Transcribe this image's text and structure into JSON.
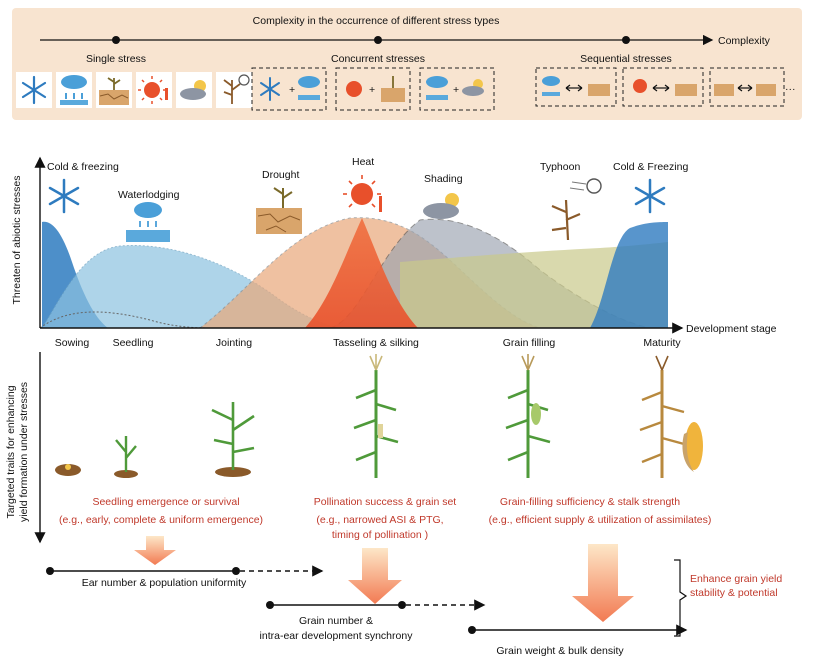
{
  "top_panel": {
    "title": "Complexity in the occurrence of different stress types",
    "axis_label": "Complexity",
    "categories": [
      {
        "label": "Single stress"
      },
      {
        "label": "Concurrent stresses"
      },
      {
        "label": "Sequential stresses"
      }
    ],
    "symbols": {
      "plus": "+",
      "ellipsis": "···"
    },
    "icons": {
      "single": [
        "snowflake-icon",
        "rain-cloud-icon",
        "drought-icon",
        "heat-sun-icon",
        "cloud-sun-icon",
        "typhoon-plant-icon"
      ],
      "concurrent": [
        [
          "snowflake-icon",
          "rain-cloud-icon"
        ],
        [
          "heat-sun-icon",
          "drought-icon"
        ],
        [
          "rain-cloud-icon",
          "cloud-sun-icon"
        ]
      ],
      "sequential": [
        [
          "rain-cloud-icon",
          "drought-icon"
        ],
        [
          "heat-sun-icon",
          "drought-icon"
        ],
        [
          "drought-icon",
          "drought-icon"
        ]
      ]
    },
    "colors": {
      "background": "#f8e4d0"
    }
  },
  "middle_panel": {
    "y_axis_label": "Threaten of abiotic stresses",
    "x_axis_label": "Development stage",
    "stresses": [
      {
        "label": "Cold & freezing",
        "color": "#2e7bbf"
      },
      {
        "label": "Waterlodging",
        "color": "#8cc2e0"
      },
      {
        "label": "Drought",
        "color": "#e9a87a"
      },
      {
        "label": "Heat",
        "color": "#ea4a2e"
      },
      {
        "label": "Shading",
        "color": "#9aa3b0"
      },
      {
        "label": "Typhoon",
        "color": "#c9c98a"
      },
      {
        "label": "Cold & Freezing",
        "color": "#2e7bbf"
      }
    ],
    "stages": [
      "Sowing",
      "Seedling",
      "Jointing",
      "Tasseling & silking",
      "Grain filling",
      "Maturity"
    ]
  },
  "bottom_panel": {
    "y_axis_label_line1": "Targeted traits for enhancing",
    "y_axis_label_line2": "yield formation under stresses",
    "traits": [
      {
        "title": "Seedling emergence or survival",
        "detail": "(e.g., early, complete & uniform emergence)"
      },
      {
        "title": "Pollination success & grain set",
        "detail_line1": "(e.g., narrowed ASI & PTG,",
        "detail_line2": "timing of pollination )"
      },
      {
        "title": "Grain-filling sufficiency & stalk strength",
        "detail": "(e.g.,  efficient supply & utilization of assimilates)"
      }
    ],
    "components": [
      {
        "label": "Ear number & population uniformity"
      },
      {
        "label_line1": "Grain number &",
        "label_line2": "intra-ear development synchrony"
      },
      {
        "label": "Grain weight & bulk density"
      }
    ],
    "outcome_line1": "Enhance grain yield",
    "outcome_line2": "stability & potential",
    "colors": {
      "accent_red": "#c0392b"
    }
  }
}
